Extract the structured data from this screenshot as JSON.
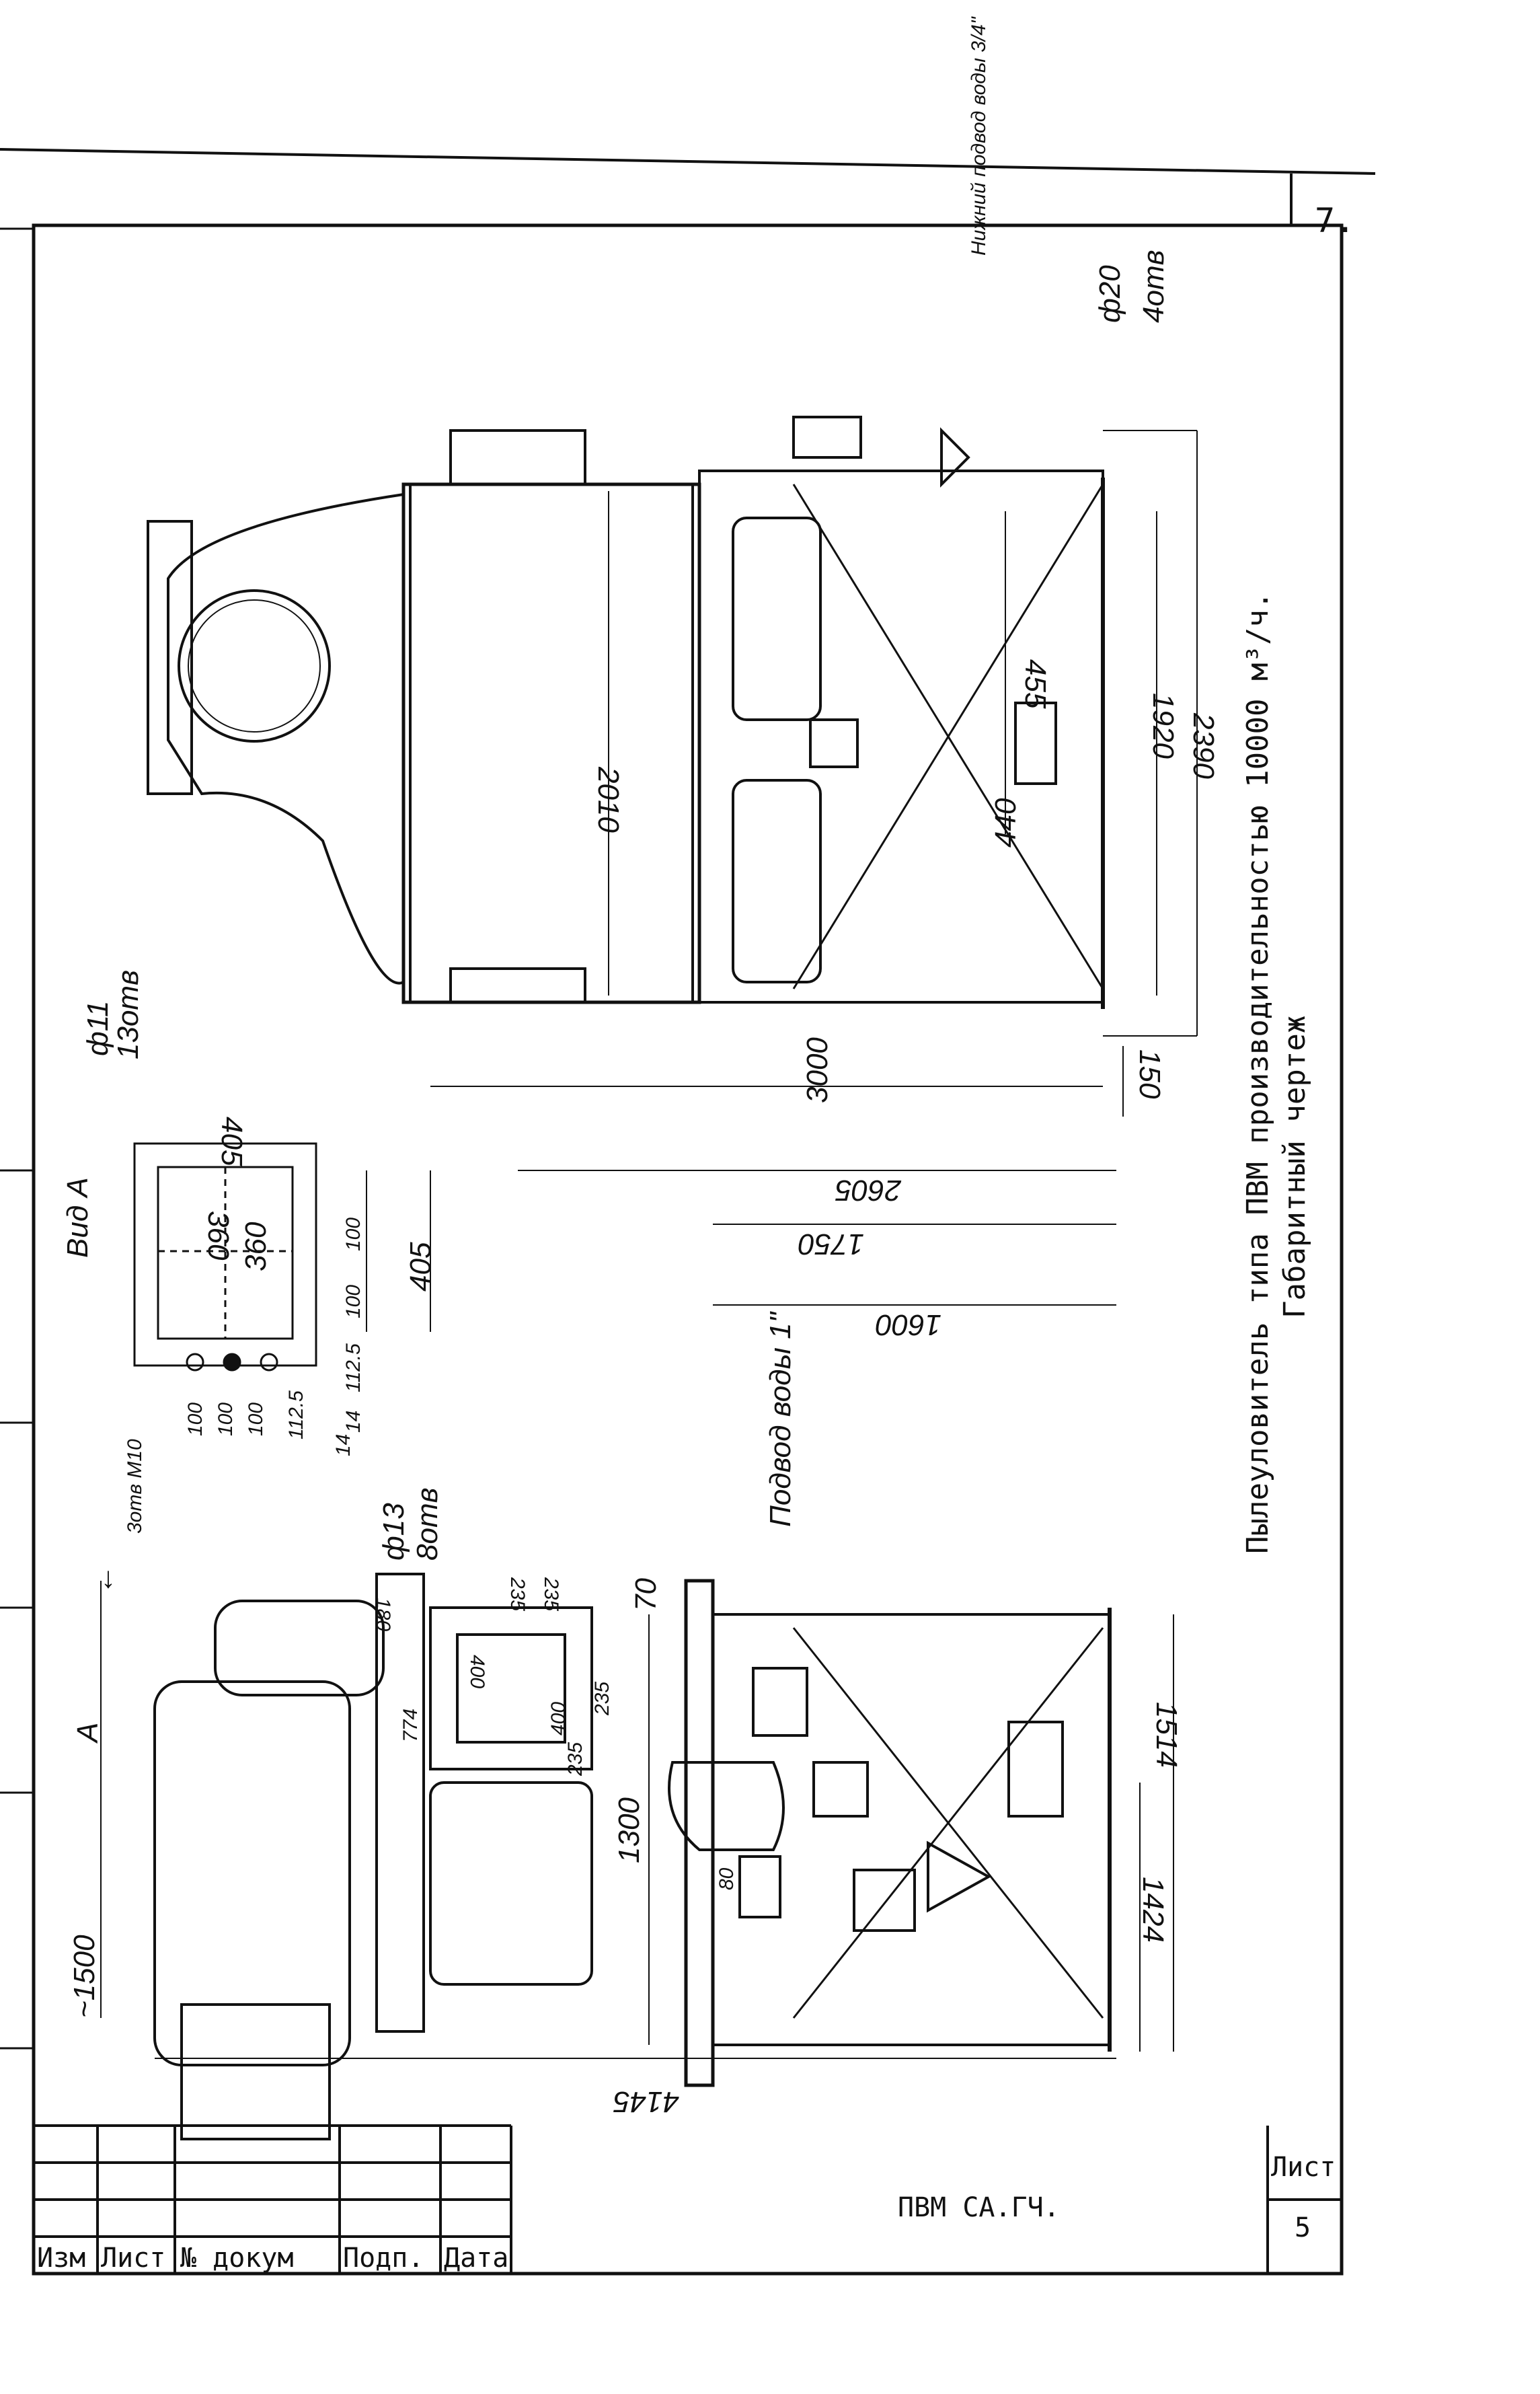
{
  "page_number": "7.",
  "title": {
    "line1": "Пылеуловитель типа ПВМ производительностью 10000 м³/ч.",
    "line2": "Габаритный чертеж"
  },
  "title_block": {
    "designation": "ПВМ СА.ГЧ.",
    "sheet_label": "Лист",
    "sheet_number": "5",
    "columns": [
      "Изм",
      "Лист",
      "№ докум",
      "Подп.",
      "Дата"
    ]
  },
  "view_label": "Вид А",
  "annotations": {
    "top_water_supply": "Нижний подвод воды 3/4\"",
    "top_pipe": "ф20",
    "top_pipe_holes": "4отв",
    "view_a_holes_dia": "ф11",
    "view_a_holes_count": "13отв",
    "view_a_thread": "3отв М10",
    "water_supply": "Подвод воды 1\"",
    "side_holes_dia": "ф13",
    "side_holes_count": "8отв",
    "view_marker": "А"
  },
  "dimensions": {
    "front": [
      "2010",
      "3000",
      "2390",
      "1920",
      "455",
      "440",
      "150"
    ],
    "view_a": [
      "405",
      "360",
      "360",
      "100",
      "100",
      "112.5",
      "14",
      "405",
      "100",
      "100",
      "100",
      "112.5",
      "14"
    ],
    "side": [
      "~1500",
      "4145",
      "2605",
      "1750",
      "1600",
      "1514",
      "1424",
      "1300",
      "70",
      "235",
      "235",
      "235",
      "235",
      "400",
      "400",
      "180",
      "774",
      "80"
    ]
  }
}
